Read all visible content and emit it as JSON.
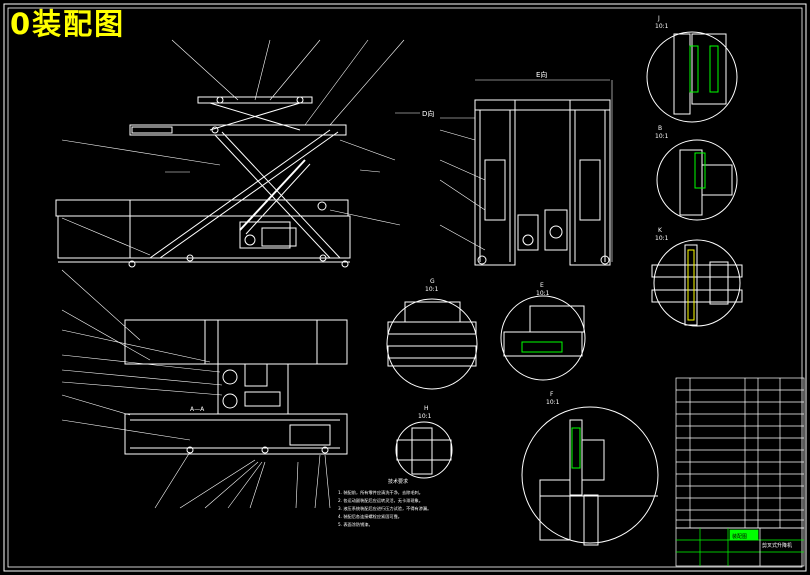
{
  "drawing": {
    "title": "0装配图",
    "accent_title_color": "#ffff00",
    "line_color": "#ffffff",
    "detail_color": "#00ff00"
  },
  "views": {
    "direction_label": "D向",
    "view_label_e": "E向",
    "view_label_a": "A—A",
    "detail_labels": [
      {
        "letter": "J",
        "scale": "10:1"
      },
      {
        "letter": "B",
        "scale": "10:1"
      },
      {
        "letter": "K",
        "scale": "10:1"
      },
      {
        "letter": "G",
        "scale": "10:1"
      },
      {
        "letter": "E",
        "scale": "10:1"
      },
      {
        "letter": "H",
        "scale": "10:1"
      },
      {
        "letter": "F",
        "scale": "10:1"
      }
    ]
  },
  "title_block": {
    "name": "剪叉式升降机",
    "stamp": "装配图"
  },
  "notes": {
    "heading": "技术要求",
    "lines": [
      "1. 装配前，所有零件应清洗干净，去除毛刺。",
      "2. 各运动副装配后应运转灵活，无卡滞现象。",
      "3. 液压系统装配后应进行压力试验，不得有渗漏。",
      "4. 装配后各连接螺栓应紧固可靠。",
      "5. 表面涂防锈漆。"
    ]
  }
}
